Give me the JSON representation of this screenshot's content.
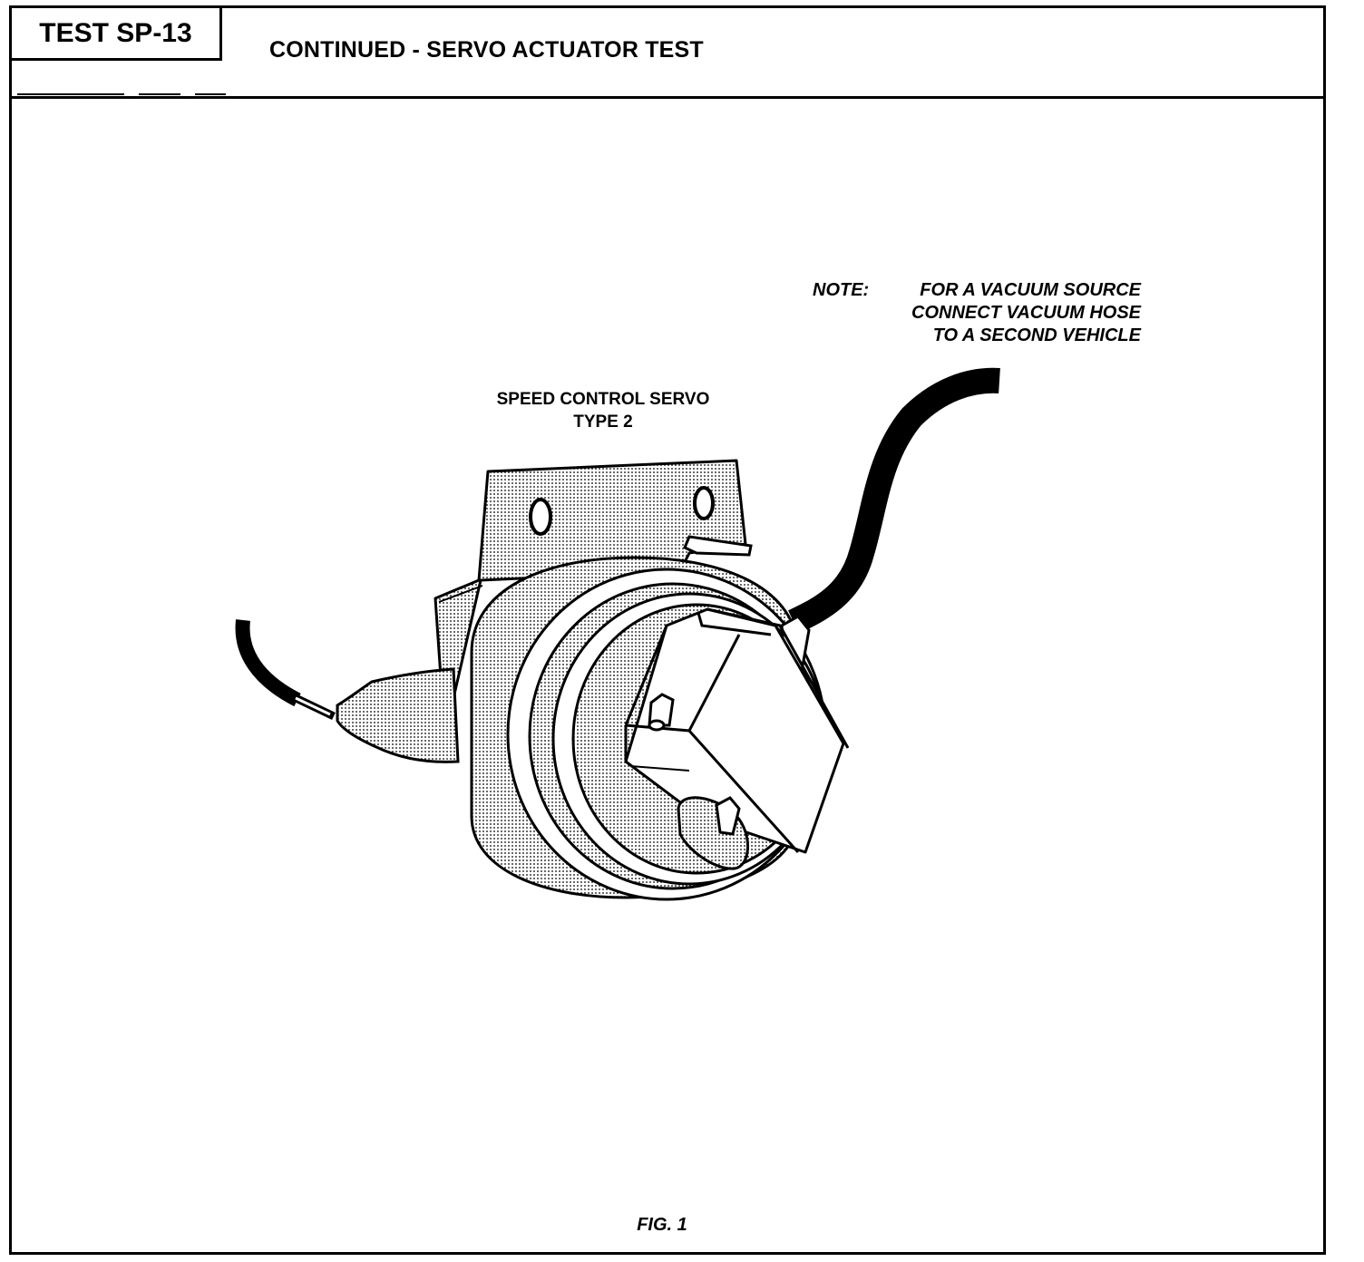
{
  "header": {
    "test_id": "TEST SP-13",
    "title": "CONTINUED - SERVO ACTUATOR TEST"
  },
  "figure": {
    "servo_label_line1": "SPEED CONTROL SERVO",
    "servo_label_line2": "TYPE 2",
    "note_prefix": "NOTE:",
    "note_line1": "FOR A VACUUM SOURCE",
    "note_line2": "CONNECT VACUUM HOSE",
    "note_line3": "TO A SECOND VEHICLE",
    "caption": "FIG. 1"
  }
}
